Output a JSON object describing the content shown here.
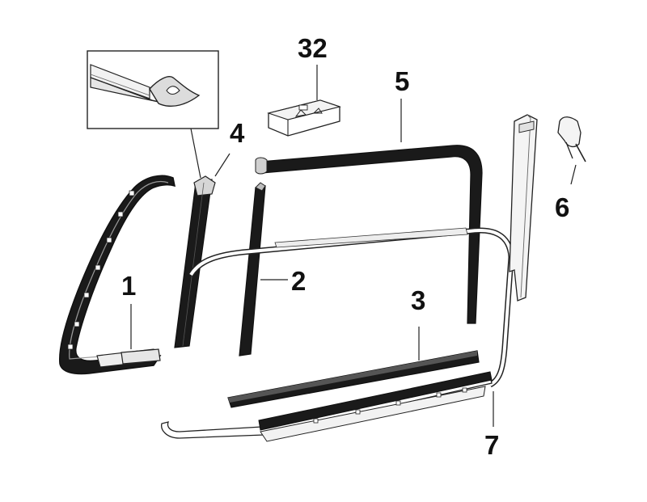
{
  "diagram": {
    "callouts": {
      "p1": "1",
      "p2": "2",
      "p3": "3",
      "p4": "4",
      "p5": "5",
      "p6": "6",
      "p7": "7",
      "p32": "32"
    }
  }
}
